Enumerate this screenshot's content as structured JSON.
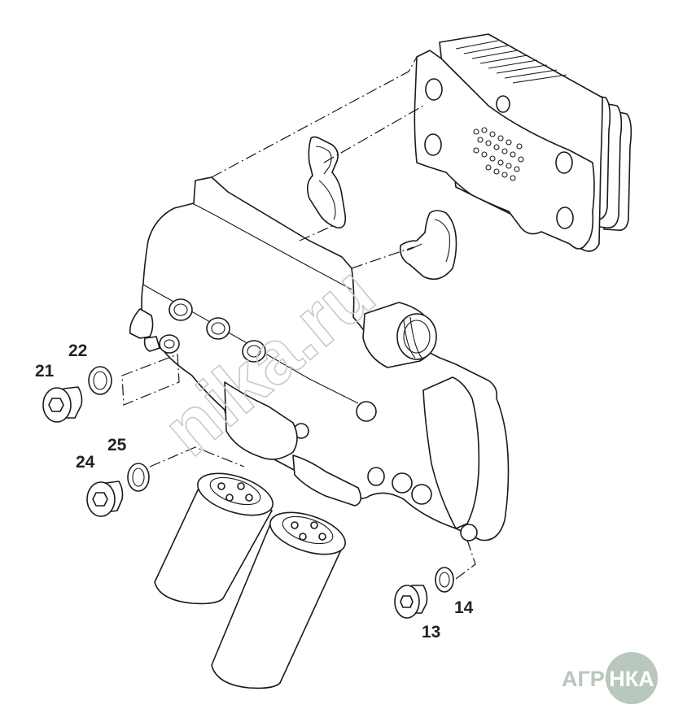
{
  "callouts": [
    {
      "id": "c21",
      "text": "21"
    },
    {
      "id": "c22",
      "text": "22"
    },
    {
      "id": "c24",
      "text": "24"
    },
    {
      "id": "c25",
      "text": "25"
    },
    {
      "id": "c14",
      "text": "14"
    },
    {
      "id": "c13",
      "text": "13"
    }
  ],
  "watermark": "nika.ru",
  "logo": {
    "prefix": "АГРО",
    "badge": "НКА",
    "color": "#b9c7bc"
  }
}
